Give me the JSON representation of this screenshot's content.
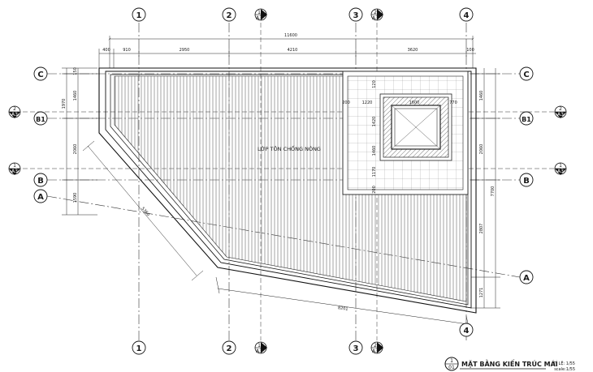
{
  "plan": {
    "roof_label": "LỚP TÔN CHỐNG NÓNG",
    "title": "MẶT BẰNG KIẾN TRÚC MÁI",
    "title_number": "1",
    "title_sheet": "01",
    "scale_text": "TỈ LỆ: 1/55",
    "scale_text_en": "scale:1/55"
  },
  "grid_columns": {
    "top": [
      {
        "id": "col-1",
        "label": "1"
      },
      {
        "id": "col-2",
        "label": "2"
      },
      {
        "id": "col-3",
        "label": "3"
      },
      {
        "id": "col-4",
        "label": "4"
      }
    ],
    "bottom": [
      {
        "id": "col-1",
        "label": "1"
      },
      {
        "id": "col-2",
        "label": "2"
      },
      {
        "id": "col-3",
        "label": "3"
      },
      {
        "id": "col-4",
        "label": "4"
      }
    ]
  },
  "grid_rows": {
    "left": [
      {
        "id": "row-c",
        "label": "C"
      },
      {
        "id": "row-b1",
        "label": "B1"
      },
      {
        "id": "row-b",
        "label": "B"
      },
      {
        "id": "row-a",
        "label": "A"
      }
    ],
    "right": [
      {
        "id": "row-c",
        "label": "C"
      },
      {
        "id": "row-b1",
        "label": "B1"
      },
      {
        "id": "row-b",
        "label": "B"
      },
      {
        "id": "row-a",
        "label": "A"
      }
    ]
  },
  "section_marks": [
    {
      "id": "sec-top-1",
      "num": "1",
      "ref": "A3"
    },
    {
      "id": "sec-top-2",
      "num": "2",
      "ref": "A3"
    },
    {
      "id": "sec-bot-1",
      "num": "1",
      "ref": "A3"
    },
    {
      "id": "sec-bot-2",
      "num": "2",
      "ref": "A3"
    },
    {
      "id": "sec-left-2",
      "num": "2",
      "ref": "A3"
    },
    {
      "id": "sec-left-1",
      "num": "1",
      "ref": "A3"
    },
    {
      "id": "sec-right-2",
      "num": "2",
      "ref": "A3"
    },
    {
      "id": "sec-right-1",
      "num": "1",
      "ref": "A3"
    }
  ],
  "dimensions": {
    "top_total": "11600",
    "top_segments": [
      "400",
      "910",
      "2950",
      "4210",
      "3620",
      "100"
    ],
    "left_segments": [
      "150",
      "1460",
      "1970",
      "2060",
      "1590"
    ],
    "right_segments": [
      "1460",
      "2060",
      "7700",
      "2807",
      "1271"
    ],
    "diagonal_left": "5360",
    "diagonal_bottom": "8201",
    "hatch_x": [
      "200",
      "1220",
      "1600",
      "770"
    ],
    "hatch_y": [
      "120",
      "1420",
      "1460",
      "1170",
      "200"
    ]
  }
}
